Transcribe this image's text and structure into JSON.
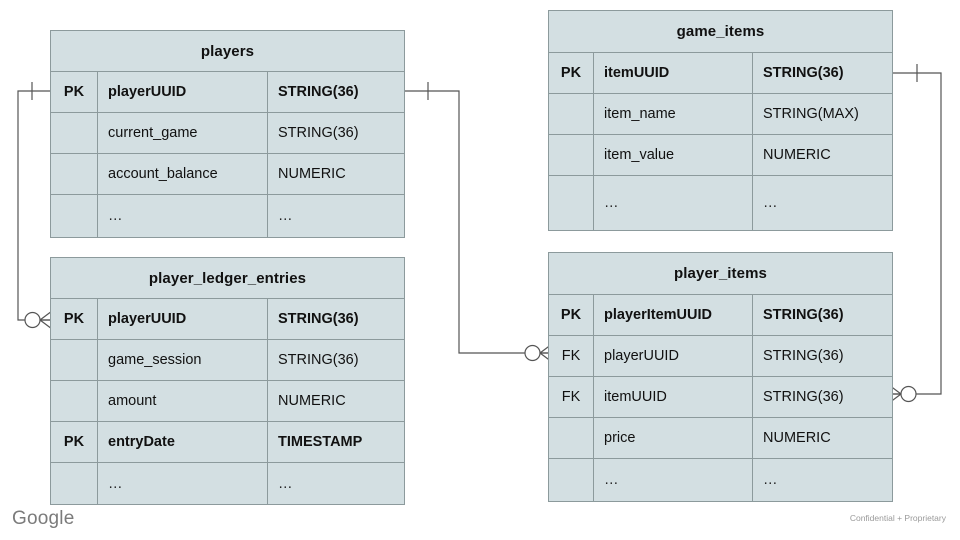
{
  "diagram": {
    "type": "entity-relationship-diagram",
    "colors": {
      "table_fill": "#d3dfe2",
      "table_border": "#8c9a9c",
      "text": "#111111",
      "connector": "#555555",
      "footer_text": "#7b7b7b"
    },
    "columns": {
      "key_header": "",
      "name_header": "",
      "type_header": ""
    }
  },
  "tables": [
    {
      "id": "players",
      "title": "players",
      "rows": [
        {
          "key": "PK",
          "name": "playerUUID",
          "type": "STRING(36)",
          "bold": true
        },
        {
          "key": "",
          "name": "current_game",
          "type": "STRING(36)",
          "bold": false
        },
        {
          "key": "",
          "name": "account_balance",
          "type": "NUMERIC",
          "bold": false
        },
        {
          "key": "",
          "name": "…",
          "type": "…",
          "bold": false
        }
      ]
    },
    {
      "id": "player_ledger_entries",
      "title": "player_ledger_entries",
      "rows": [
        {
          "key": "PK",
          "name": "playerUUID",
          "type": "STRING(36)",
          "bold": true
        },
        {
          "key": "",
          "name": "game_session",
          "type": "STRING(36)",
          "bold": false
        },
        {
          "key": "",
          "name": "amount",
          "type": "NUMERIC",
          "bold": false
        },
        {
          "key": "PK",
          "name": "entryDate",
          "type": "TIMESTAMP",
          "bold": true
        },
        {
          "key": "",
          "name": "…",
          "type": "…",
          "bold": false
        }
      ]
    },
    {
      "id": "game_items",
      "title": "game_items",
      "rows": [
        {
          "key": "PK",
          "name": "itemUUID",
          "type": "STRING(36)",
          "bold": true
        },
        {
          "key": "",
          "name": "item_name",
          "type": "STRING(MAX)",
          "bold": false
        },
        {
          "key": "",
          "name": "item_value",
          "type": "NUMERIC",
          "bold": false
        },
        {
          "key": "",
          "name": "…",
          "type": "…",
          "bold": false
        }
      ]
    },
    {
      "id": "player_items",
      "title": "player_items",
      "rows": [
        {
          "key": "PK",
          "name": "playerItemUUID",
          "type": "STRING(36)",
          "bold": true
        },
        {
          "key": "FK",
          "name": "playerUUID",
          "type": "STRING(36)",
          "bold": false
        },
        {
          "key": "FK",
          "name": "itemUUID",
          "type": "STRING(36)",
          "bold": false
        },
        {
          "key": "",
          "name": "price",
          "type": "NUMERIC",
          "bold": false
        },
        {
          "key": "",
          "name": "…",
          "type": "…",
          "bold": false
        }
      ]
    }
  ],
  "relationships": [
    {
      "id": "players-to-ledger",
      "from_table": "players",
      "from_field": "playerUUID",
      "from_cardinality": "one",
      "to_table": "player_ledger_entries",
      "to_field": "playerUUID",
      "to_cardinality": "zero-or-many"
    },
    {
      "id": "players-to-player-items",
      "from_table": "players",
      "from_field": "playerUUID",
      "from_cardinality": "one",
      "to_table": "player_items",
      "to_field": "playerUUID",
      "to_cardinality": "zero-or-many"
    },
    {
      "id": "game-items-to-player-items",
      "from_table": "game_items",
      "from_field": "itemUUID",
      "from_cardinality": "one",
      "to_table": "player_items",
      "to_field": "itemUUID",
      "to_cardinality": "zero-or-many"
    }
  ],
  "footer": {
    "brand": "Google",
    "confidentiality": "Confidential + Proprietary"
  }
}
